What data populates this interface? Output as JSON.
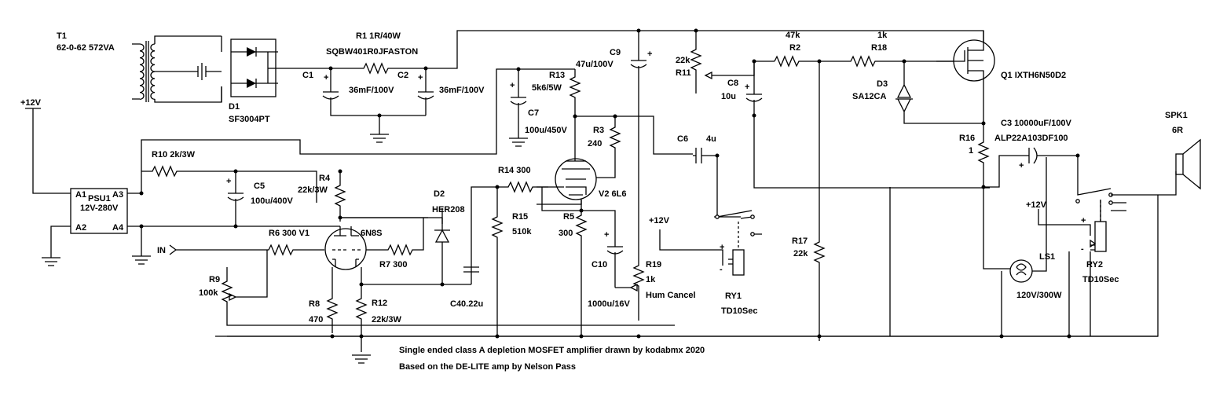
{
  "labels": {
    "t1_ref": "T1",
    "t1_val": "62-0-62 572VA",
    "d1_ref": "D1",
    "d1_val": "SF3004PT",
    "r1_ref": "R1 1R/40W",
    "r1_val": "SQBW401R0JFASTON",
    "c1_ref": "C1",
    "c1_val": "36mF/100V",
    "c2_ref": "C2",
    "c2_val": "36mF/100V",
    "plus12_a": "+12V",
    "plus12_b": "+12V",
    "plus12_c": "+12V",
    "psu_ref": "PSU1",
    "psu_val": "12V-280V",
    "psu_a1": "A1",
    "psu_a2": "A2",
    "psu_a3": "A3",
    "psu_a4": "A4",
    "r10": "R10  2k/3W",
    "c5_ref": "C5",
    "c5_val": "100u/400V",
    "r4_ref": "R4",
    "r4_val": "22k/3W",
    "r6": "R6    300  V1",
    "v1_val": "6N8S",
    "in": "IN",
    "r9_ref": "R9",
    "r9_val": "100k",
    "r7": "R7    300",
    "r8_ref": "R8",
    "r8_val": "470",
    "r12_ref": "R12",
    "r12_val": "22k/3W",
    "d2_ref": "D2",
    "d2_val": "HER208",
    "c4": "C40.22u",
    "r14": "R14  300",
    "r15_ref": "R15",
    "r15_val": "510k",
    "c7_ref": "C7",
    "c7_val": "100u/450V",
    "r13_ref": "R13",
    "r13_val": "5k6/5W",
    "r13_cap": "47u/100V",
    "r3_ref": "R3",
    "r3_val": "240",
    "v2": "V2  6L6",
    "r5_ref": "R5",
    "r5_val": "300",
    "c10_ref": "C10",
    "c10_val": "1000u/16V",
    "r19_ref": "R19",
    "r19_val": "1k",
    "r19_note": "Hum Cancel",
    "c9_ref": "C9",
    "c6_ref": "C6",
    "c6_val": "4u",
    "r11_ref": "22k",
    "r11_val": "R11",
    "c8_ref": "C8",
    "c8_val": "10u",
    "r2_ref": "47k",
    "r2_val": "R2",
    "r18_ref": "1k",
    "r18_val": "R18",
    "d3_ref": "D3",
    "d3_val": "SA12CA",
    "q1": "Q1  IXTH6N50D2",
    "c3": "C3  10000uF/100V",
    "c3_part": "ALP22A103DF100",
    "r16_ref": "R16",
    "r16_val": "1",
    "r17_ref": "R17",
    "r17_val": "22k",
    "ry1_ref": "RY1",
    "ry1_val": "TD10Sec",
    "ry2_ref": "RY2",
    "ry2_val": "TD10Sec",
    "ls1_ref": "LS1",
    "ls1_val": "120V/300W",
    "spk_ref": "SPK1",
    "spk_val": "6R",
    "plus": "+",
    "minus": "-",
    "caption1": "Single ended class A depletion MOSFET amplifier drawn by kodabmx 2020",
    "caption2": "Based on the DE-LITE amp by Nelson Pass"
  }
}
